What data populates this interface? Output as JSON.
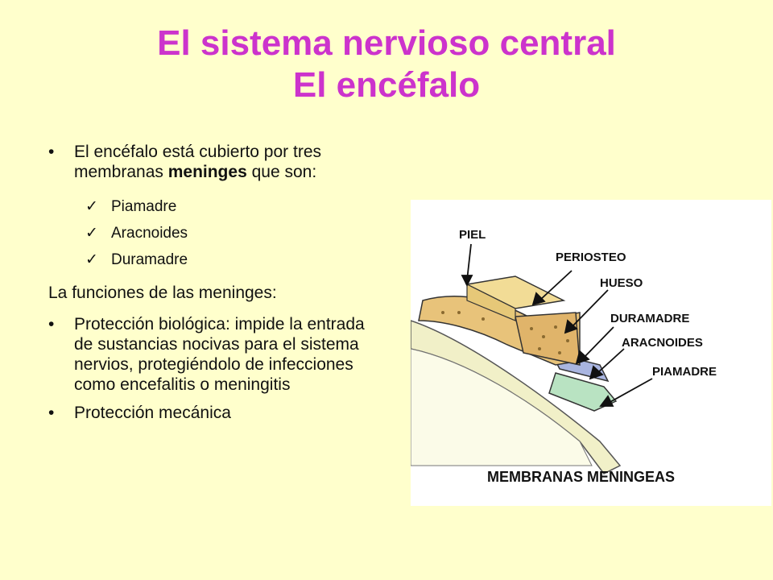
{
  "title": {
    "line1": "El sistema nervioso central",
    "line2": "El encéfalo"
  },
  "content": {
    "bullet1": {
      "prefix": "El encéfalo está cubierto por tres membranas ",
      "bold": "meninges",
      "suffix": " que son:"
    },
    "membranes": [
      "Piamadre",
      "Aracnoides",
      "Duramadre"
    ],
    "functions_heading": "La funciones de las meninges:",
    "bullet2": "Protección biológica: impide la entrada de sustancias nocivas para el sistema nervios, protegiéndolo de infecciones como encefalitis o meningitis",
    "bullet3": "Protección mecánica"
  },
  "figure": {
    "labels": {
      "piel": "PIEL",
      "periosteo": "PERIOSTEO",
      "hueso": "HUESO",
      "duramadre": "DURAMADRE",
      "aracnoides": "ARACNOIDES",
      "piamadre": "PIAMADRE"
    },
    "caption": "MEMBRANAS MENINGEAS",
    "colors": {
      "skin": "#f2dc96",
      "bone": "#e8c37a",
      "dura": "#a9b5e0",
      "pia": "#b9e3c2",
      "brain": "#f1f0c8"
    }
  }
}
